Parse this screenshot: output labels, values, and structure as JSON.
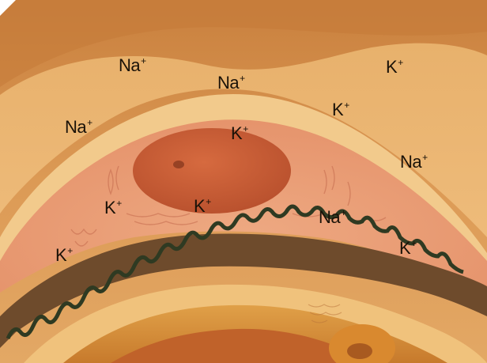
{
  "image": {
    "description_free": true,
    "palette": {
      "outer_tissue": "#d9964f",
      "outer_tissue_light": "#e9b36e",
      "membrane_band": "#f1c98a",
      "inner_cytoplasm": "#e9a174",
      "nucleus": "#c8603a",
      "wave_band": "#6b4a2a",
      "wave_line": "#2e3a22",
      "inner_core": "#d78b3c",
      "bottom_core": "#b85a25",
      "label_color": "#1a1208"
    }
  },
  "ions": [
    {
      "symbol": "Na",
      "charge": "+"
    },
    {
      "symbol": "Na",
      "charge": "+"
    },
    {
      "symbol": "K",
      "charge": "+"
    },
    {
      "symbol": "Na",
      "charge": "+"
    },
    {
      "symbol": "K",
      "charge": "+"
    },
    {
      "symbol": "K",
      "charge": "+"
    },
    {
      "symbol": "Na",
      "charge": "+"
    },
    {
      "symbol": "K",
      "charge": "+"
    },
    {
      "symbol": "K",
      "charge": "+"
    },
    {
      "symbol": "Na",
      "charge": "+"
    },
    {
      "symbol": "K",
      "charge": "+"
    },
    {
      "symbol": "K",
      "charge": "+"
    }
  ]
}
